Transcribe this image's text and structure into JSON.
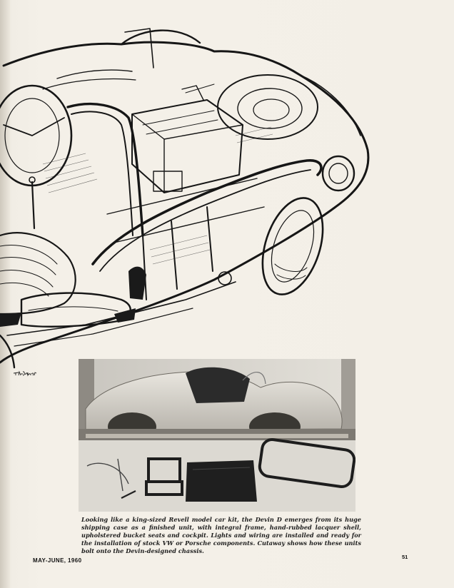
{
  "page": {
    "caption": "Looking like a king-sized Revell model car kit, the Devin D emerges from its huge shipping case as a finished unit, with integral frame, hand-rubbed lacquer shell, upholstered bucket seats and cockpit. Lights and wiring are installed and ready for the installation of stock VW or Porsche components. Cutaway shows how these units bolt onto the Devin-designed chassis.",
    "footer_date": "MAY-JUNE, 1960",
    "page_number": "51"
  },
  "illustration": {
    "subject": "car-cutaway-drawing",
    "signature_shape": "handwritten-signature"
  },
  "photo": {
    "subject": "car-body-in-shipping-case"
  },
  "colors": {
    "paper": "#f3efe7",
    "ink": "#1a1a1a",
    "photo_bg": "#d9d6cf"
  }
}
